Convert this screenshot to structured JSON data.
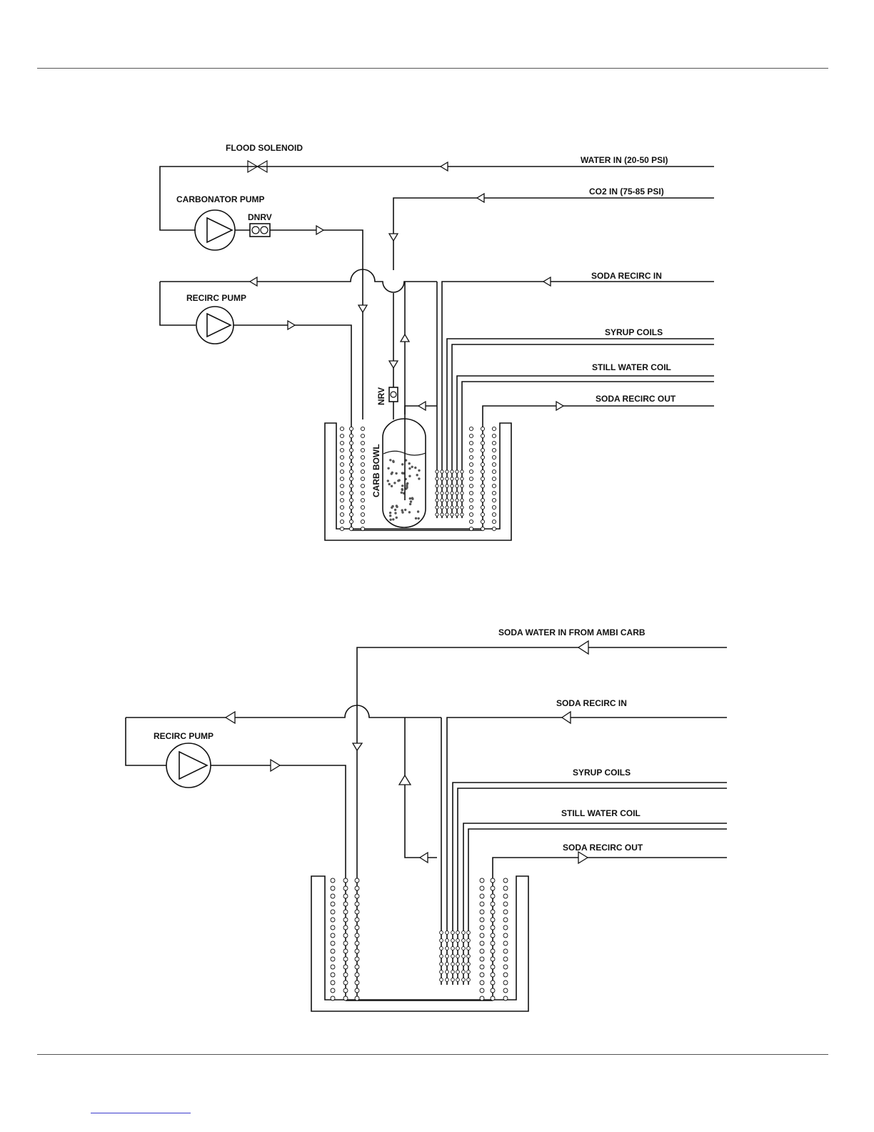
{
  "diagram_top": {
    "labels": {
      "flood_solenoid": "FLOOD SOLENOID",
      "water_in": "WATER IN (20-50 PSI)",
      "co2_in": "CO2 IN (75-85 PSI)",
      "carbonator_pump": "CARBONATOR PUMP",
      "dnrv": "DNRV",
      "soda_recirc_in": "SODA RECIRC IN",
      "recirc_pump": "RECIRC PUMP",
      "syrup_coils": "SYRUP COILS",
      "still_water_coil": "STILL WATER COIL",
      "soda_recirc_out": "SODA RECIRC OUT",
      "nrv": "NRV",
      "carb_bowl": "CARB BOWL"
    }
  },
  "diagram_bottom": {
    "labels": {
      "soda_water_in": "SODA WATER IN FROM AMBI CARB",
      "soda_recirc_in": "SODA RECIRC IN",
      "recirc_pump": "RECIRC PUMP",
      "syrup_coils": "SYRUP COILS",
      "still_water_coil": "STILL WATER COIL",
      "soda_recirc_out": "SODA RECIRC OUT"
    }
  },
  "colors": {
    "line": "#111111",
    "rule": "#555555",
    "footer_link": "#3a3acc"
  }
}
